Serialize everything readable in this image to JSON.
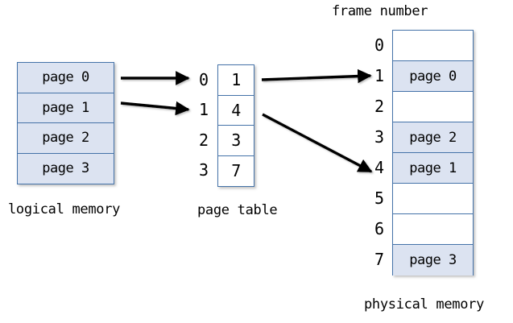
{
  "diagram": {
    "title_visible": false,
    "colors": {
      "cell_fill": "#dce3f1",
      "cell_border": "#4472a8",
      "text": "#000000",
      "arrow": "#000000",
      "background": "#ffffff"
    }
  },
  "logical_memory": {
    "caption": "logical memory",
    "rows": [
      {
        "label": "page 0",
        "filled": true
      },
      {
        "label": "page 1",
        "filled": true
      },
      {
        "label": "page 2",
        "filled": true
      },
      {
        "label": "page 3",
        "filled": true
      }
    ]
  },
  "page_table": {
    "caption": "page table",
    "indices": [
      "0",
      "1",
      "2",
      "3"
    ],
    "rows": [
      {
        "value": "1"
      },
      {
        "value": "4"
      },
      {
        "value": "3"
      },
      {
        "value": "7"
      }
    ]
  },
  "physical_memory": {
    "caption": "physical memory",
    "frame_number_label": "frame number",
    "indices": [
      "0",
      "1",
      "2",
      "3",
      "4",
      "5",
      "6",
      "7"
    ],
    "rows": [
      {
        "label": "",
        "filled": false
      },
      {
        "label": "page 0",
        "filled": true
      },
      {
        "label": "",
        "filled": false
      },
      {
        "label": "page 2",
        "filled": true
      },
      {
        "label": "page 1",
        "filled": true
      },
      {
        "label": "",
        "filled": false
      },
      {
        "label": "",
        "filled": false
      },
      {
        "label": "page 3",
        "filled": true
      }
    ]
  },
  "arrows": [
    {
      "name": "arrow-page0-to-index0",
      "from": "logical page 0",
      "to": "page table index 0"
    },
    {
      "name": "arrow-page1-to-index1",
      "from": "logical page 1",
      "to": "page table index 1"
    },
    {
      "name": "arrow-entry0-to-frame1",
      "from": "page table entry 1",
      "to": "frame 1"
    },
    {
      "name": "arrow-entry1-to-frame4",
      "from": "page table entry 4",
      "to": "frame 4"
    }
  ]
}
